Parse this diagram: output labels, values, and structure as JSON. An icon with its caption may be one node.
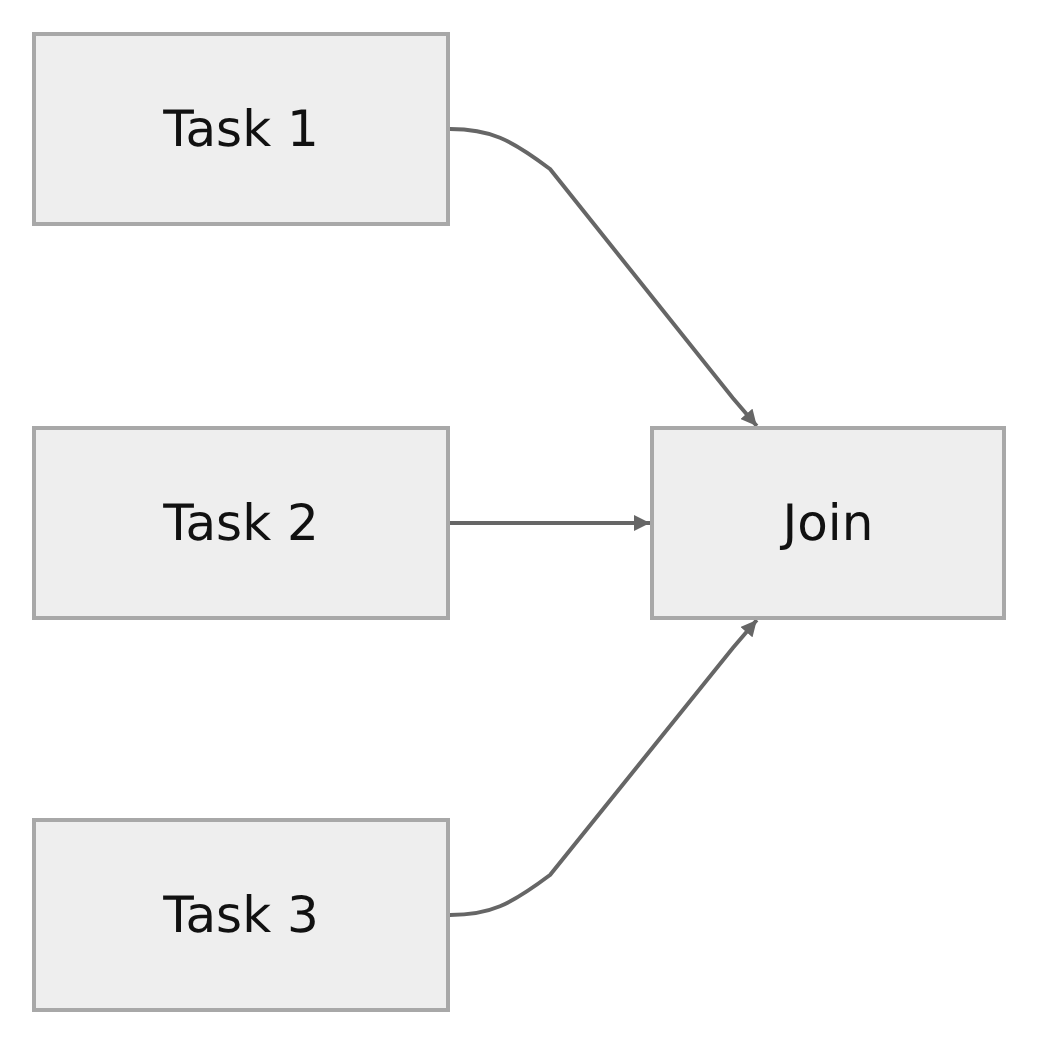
{
  "diagram": {
    "nodes": [
      {
        "text": [
          "Task 1"
        ]
      },
      {
        "text": [
          "Task 2"
        ]
      },
      {
        "text": [
          "Task 3"
        ]
      },
      {
        "text": [
          "Join"
        ]
      }
    ],
    "edges": [
      {
        "from": 0,
        "to": 3,
        "arrow": "to"
      },
      {
        "from": 1,
        "to": 3,
        "arrow": "to"
      },
      {
        "from": 2,
        "to": 3,
        "arrow": "to"
      }
    ]
  }
}
